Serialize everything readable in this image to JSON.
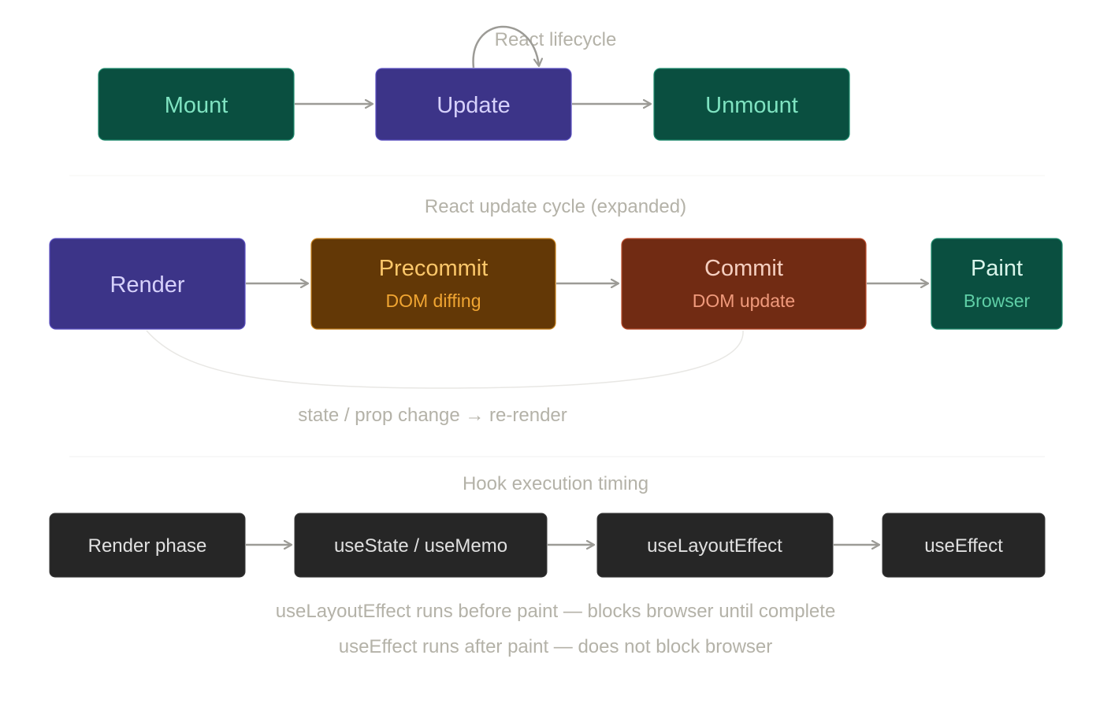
{
  "colors": {
    "teal_fill": "#0a4f40",
    "teal_stroke": "#1d8a6c",
    "teal_text": "#7fe3c1",
    "purple_fill": "#3c3488",
    "purple_stroke": "#5a4fc0",
    "purple_text": "#d6d1fb",
    "amber_fill": "#633806",
    "amber_stroke": "#c57f1a",
    "amber_title": "#fbc76a",
    "amber_sub": "#f0a532",
    "red_fill": "#712b13",
    "red_stroke": "#b94a2a",
    "red_title": "#f5cfc0",
    "red_sub": "#f09a7c",
    "dark_fill": "#262626",
    "dark_text": "#e0e0e0",
    "arrow": "#9c9b96",
    "caption": "#b4b2a8",
    "loop_curve": "#e8e7e4"
  },
  "lifecycle": {
    "caption": "React lifecycle",
    "mount": "Mount",
    "update": "Update",
    "unmount": "Unmount"
  },
  "update_cycle": {
    "caption": "React update cycle (expanded)",
    "render": "Render",
    "precommit": {
      "title": "Precommit",
      "sub": "DOM diffing"
    },
    "commit": {
      "title": "Commit",
      "sub": "DOM update"
    },
    "paint": {
      "title": "Paint",
      "sub": "Browser"
    },
    "loop_label": "state / prop change → re-render"
  },
  "hooks": {
    "caption": "Hook execution timing",
    "render_phase": "Render phase",
    "state_memo": "useState / useMemo",
    "layout_effect": "useLayoutEffect",
    "effect": "useEffect",
    "note_1": "useLayoutEffect runs before paint — blocks browser until complete",
    "note_2": "useEffect runs after paint — does not block browser"
  }
}
